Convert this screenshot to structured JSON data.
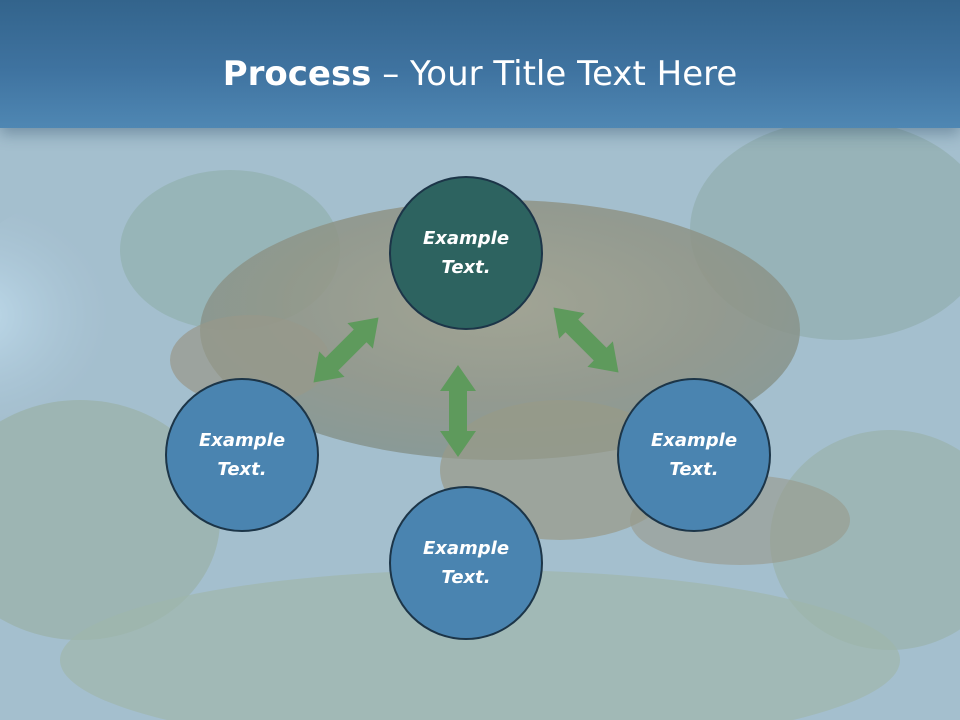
{
  "title": {
    "bold": "Process",
    "rest": " – Your Title Text Here"
  },
  "nodes": [
    {
      "id": "top",
      "line1": "Example",
      "line2": "Text."
    },
    {
      "id": "left",
      "line1": "Example",
      "line2": "Text."
    },
    {
      "id": "right",
      "line1": "Example",
      "line2": "Text."
    },
    {
      "id": "bottom",
      "line1": "Example",
      "line2": "Text."
    }
  ],
  "colors": {
    "header": "#3f73a0",
    "node_blue": "#4a84b0",
    "node_teal": "#2d6360",
    "arrow": "#5e9a5c"
  }
}
